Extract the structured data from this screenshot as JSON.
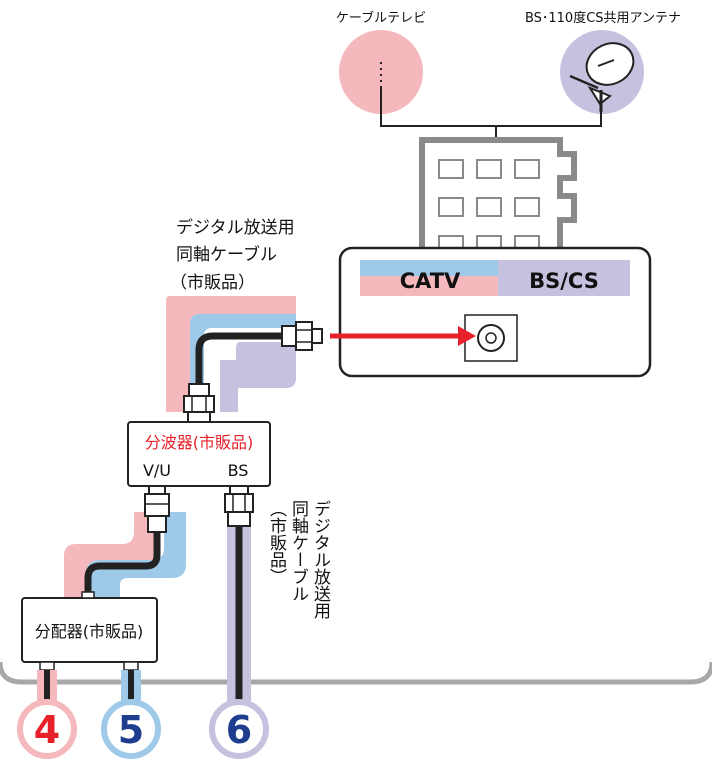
{
  "labels": {
    "catv_tv": "ケーブルテレビ",
    "antenna": "BS･110度CS共用アンテナ",
    "cable_top": [
      "デジタル放送用",
      "同軸ケーブル",
      "（市販品）"
    ],
    "cable_side": [
      "デジタル放送用",
      "同軸ケーブル",
      "（市販品）"
    ],
    "outlet_catv": "CATV",
    "outlet_bscs": "BS/CS",
    "splitter": "分波器(市販品)",
    "splitter_vu": "V/U",
    "splitter_bs": "BS",
    "distributor": "分配器(市販品)",
    "out4": "4",
    "out5": "5",
    "out6": "6"
  },
  "colors": {
    "pink": "#f4b8bd",
    "blue": "#9fc9e8",
    "lavender": "#c6c1de",
    "red": "#e8202a",
    "navy": "#1e3d8f",
    "black": "#222222",
    "gray": "#a8a8a8"
  }
}
